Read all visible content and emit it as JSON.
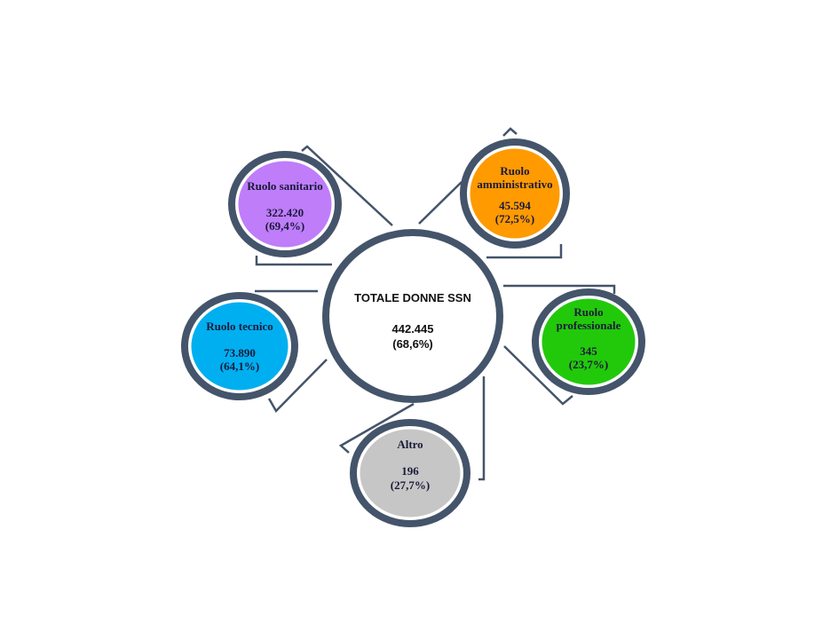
{
  "center": {
    "title": "TOTALE DONNE SSN",
    "value": "442.445",
    "percent": "(68,6%)"
  },
  "nodes": {
    "sanitario": {
      "label": "Ruolo sanitario",
      "value": "322.420",
      "percent": "(69,4%)",
      "color": "#bf7dfa"
    },
    "amministrativo": {
      "label1": "Ruolo",
      "label2": "amministrativo",
      "value": "45.594",
      "percent": "(72,5%)",
      "color": "#ff9a00"
    },
    "professionale": {
      "label1": "Ruolo",
      "label2": "professionale",
      "value": "345",
      "percent": "(23,7%)",
      "color": "#22c90a"
    },
    "tecnico": {
      "label": "Ruolo tecnico",
      "value": "73.890",
      "percent": "(64,1%)",
      "color": "#00aff0"
    },
    "altro": {
      "label": "Altro",
      "value": "196",
      "percent": "(27,7%)",
      "color": "#c6c6c6"
    }
  }
}
